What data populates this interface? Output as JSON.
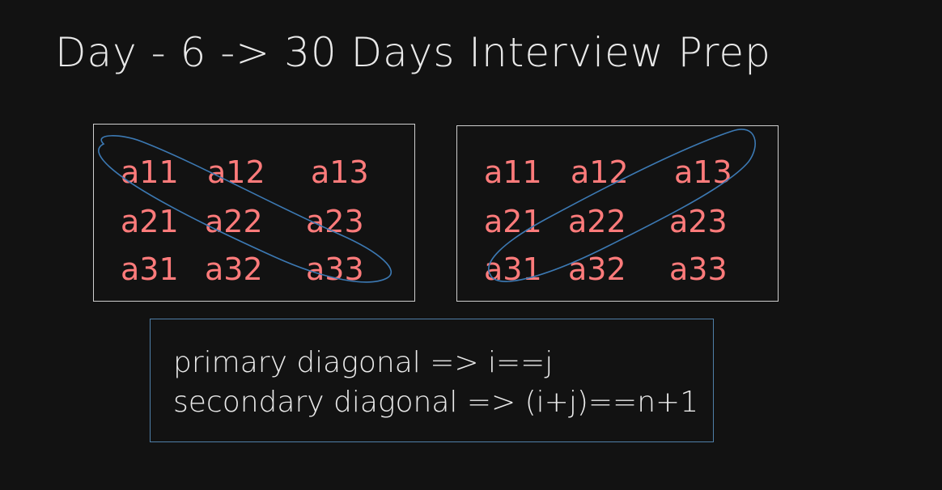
{
  "title": "Day - 6 -> 30 Days Interview Prep",
  "matrices": [
    {
      "rows": [
        [
          "a11",
          "a12",
          "a13"
        ],
        [
          "a21",
          "a22",
          "a23"
        ],
        [
          "a31",
          "a32",
          "a33"
        ]
      ],
      "highlight": "primary diagonal"
    },
    {
      "rows": [
        [
          "a11",
          "a12",
          "a13"
        ],
        [
          "a21",
          "a22",
          "a23"
        ],
        [
          "a31",
          "a32",
          "a33"
        ]
      ],
      "highlight": "secondary diagonal"
    }
  ],
  "formulas": [
    "primary diagonal => i==j",
    "secondary diagonal => (i+j)==n+1"
  ],
  "colors": {
    "background": "#121212",
    "title": "#e9e9e9",
    "cell": "#ff7b7b",
    "highlight_stroke": "#3c79b3",
    "box_border": "#cfcfcf",
    "formula_border": "#4f7fa8"
  }
}
